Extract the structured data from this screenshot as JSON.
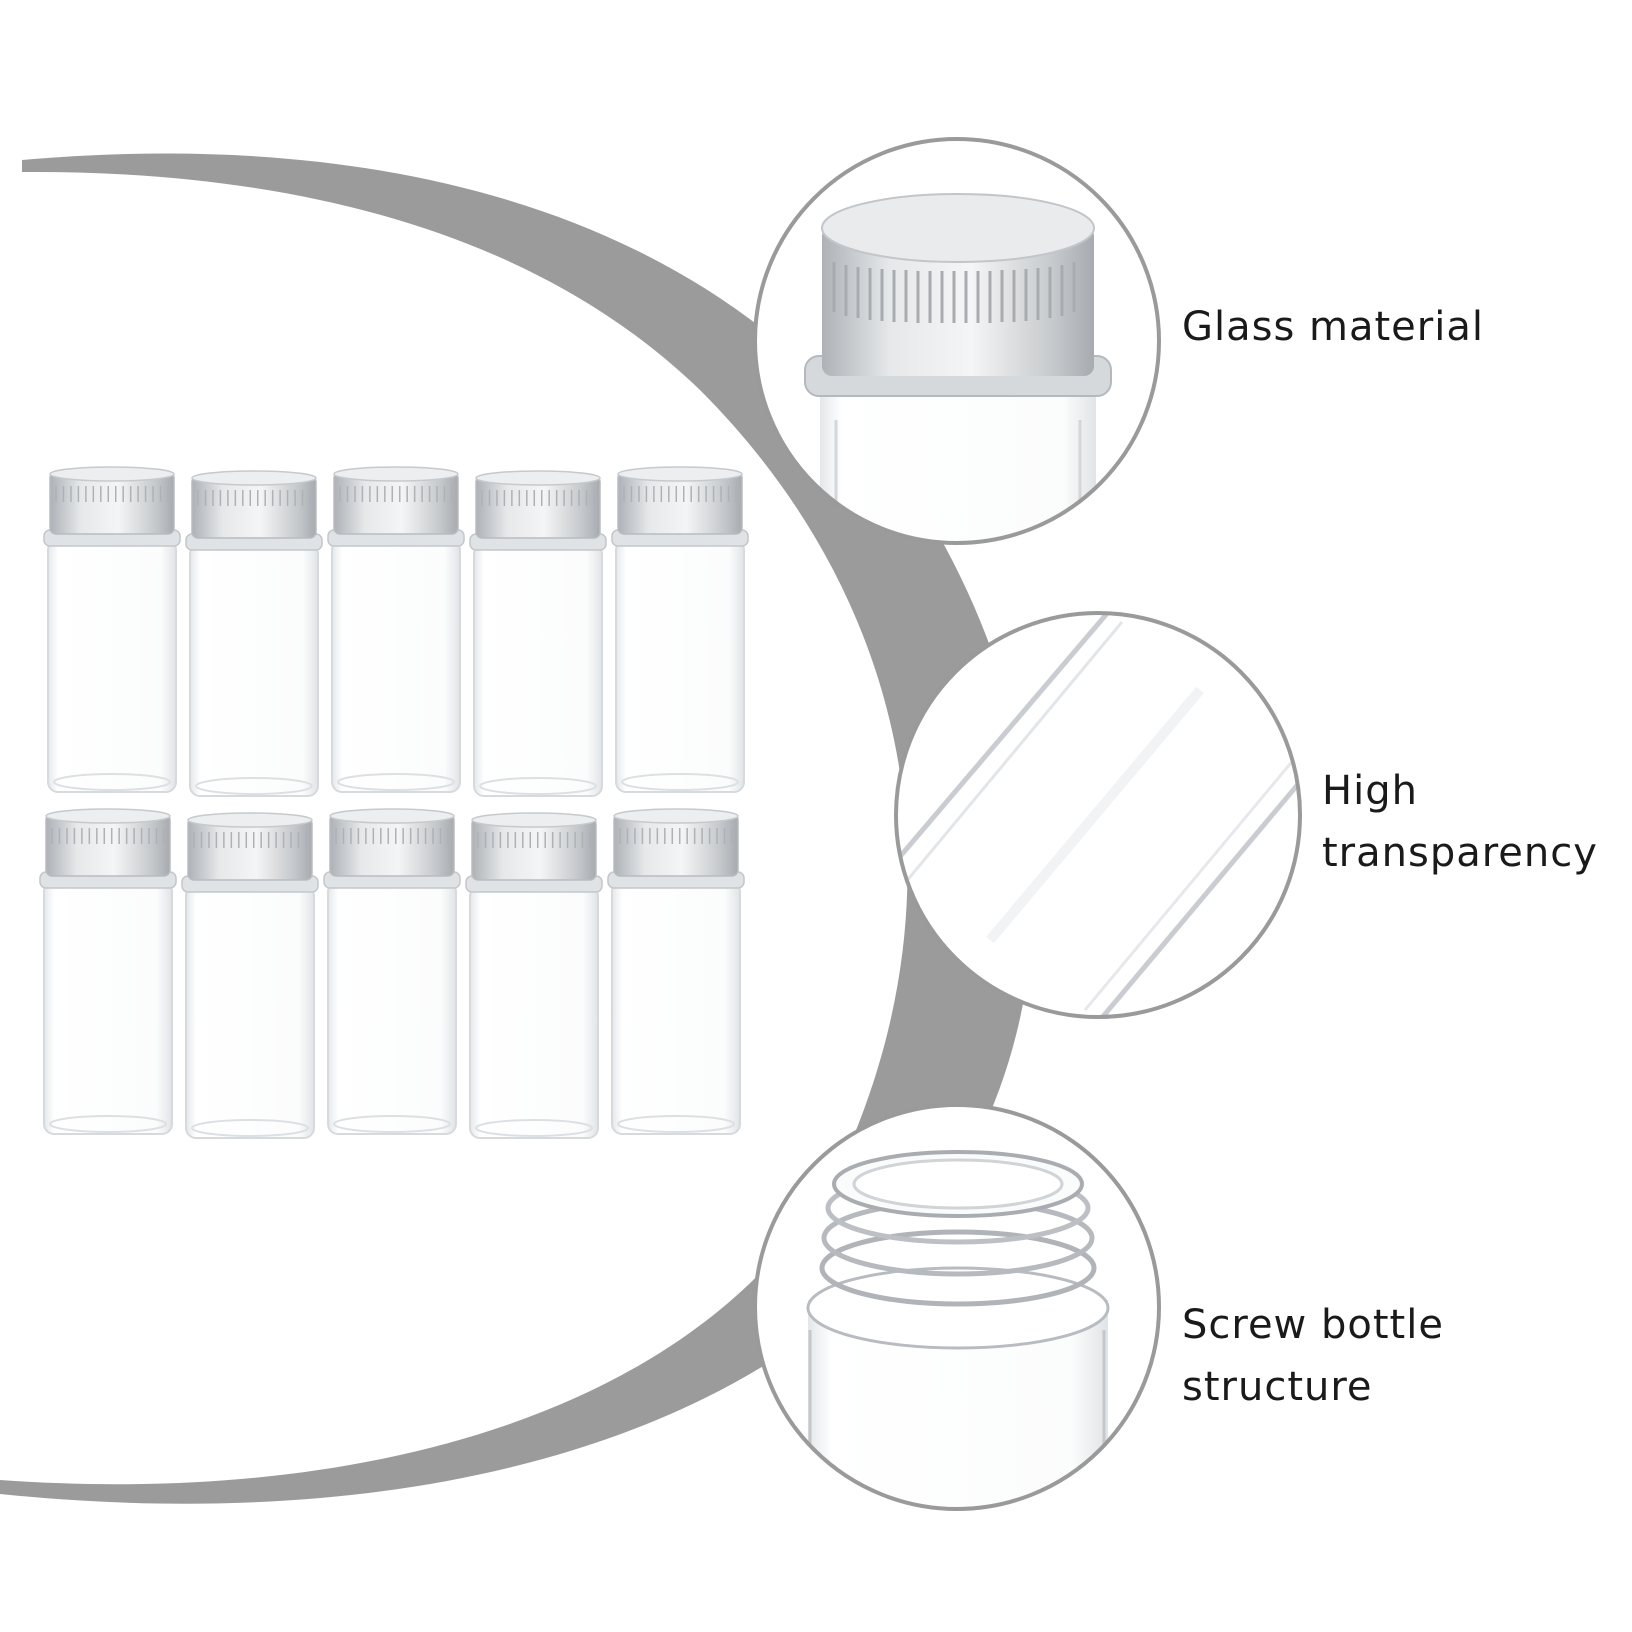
{
  "palette": {
    "background": "#ffffff",
    "swoosh": "#9b9b9b",
    "cap_silver": "#cfd2d5",
    "cap_ridge": "#b6babd",
    "glass_edge": "#d9dde0",
    "text": "#1a1a1a"
  },
  "product": {
    "rows": 2,
    "columns": 5,
    "item": "glass vial with aluminum screw cap"
  },
  "features": [
    {
      "lines": [
        "Glass material"
      ],
      "detail_icon": "aluminum-cap-closeup-icon"
    },
    {
      "lines": [
        "High",
        "transparency"
      ],
      "detail_icon": "glass-wall-closeup-icon"
    },
    {
      "lines": [
        "Screw bottle",
        "structure"
      ],
      "detail_icon": "screw-thread-closeup-icon"
    }
  ]
}
